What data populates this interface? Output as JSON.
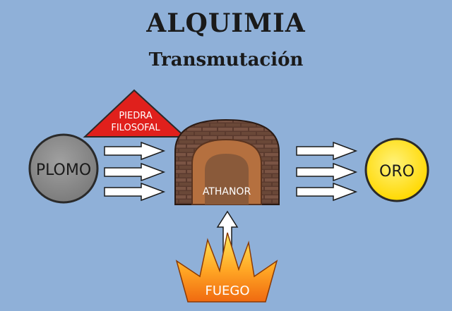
{
  "title": "ALQUIMIA",
  "subtitle": "Transmutación",
  "input": {
    "label": "PLOMO"
  },
  "catalyst": {
    "line1": "PIEDRA",
    "line2": "FILOSOFAL"
  },
  "furnace": {
    "label": "ATHANOR"
  },
  "fire": {
    "label": "FUEGO"
  },
  "output": {
    "label": "ORO"
  },
  "colors": {
    "background": "#8fb0d8",
    "lead": "#8a8a8a",
    "gold": "#ffe21a",
    "stone": "#e0201c",
    "brick": "#6e4a3a",
    "arch": "#b5703f",
    "fire_outer": "#f07a10",
    "fire_inner": "#ffd83a"
  }
}
